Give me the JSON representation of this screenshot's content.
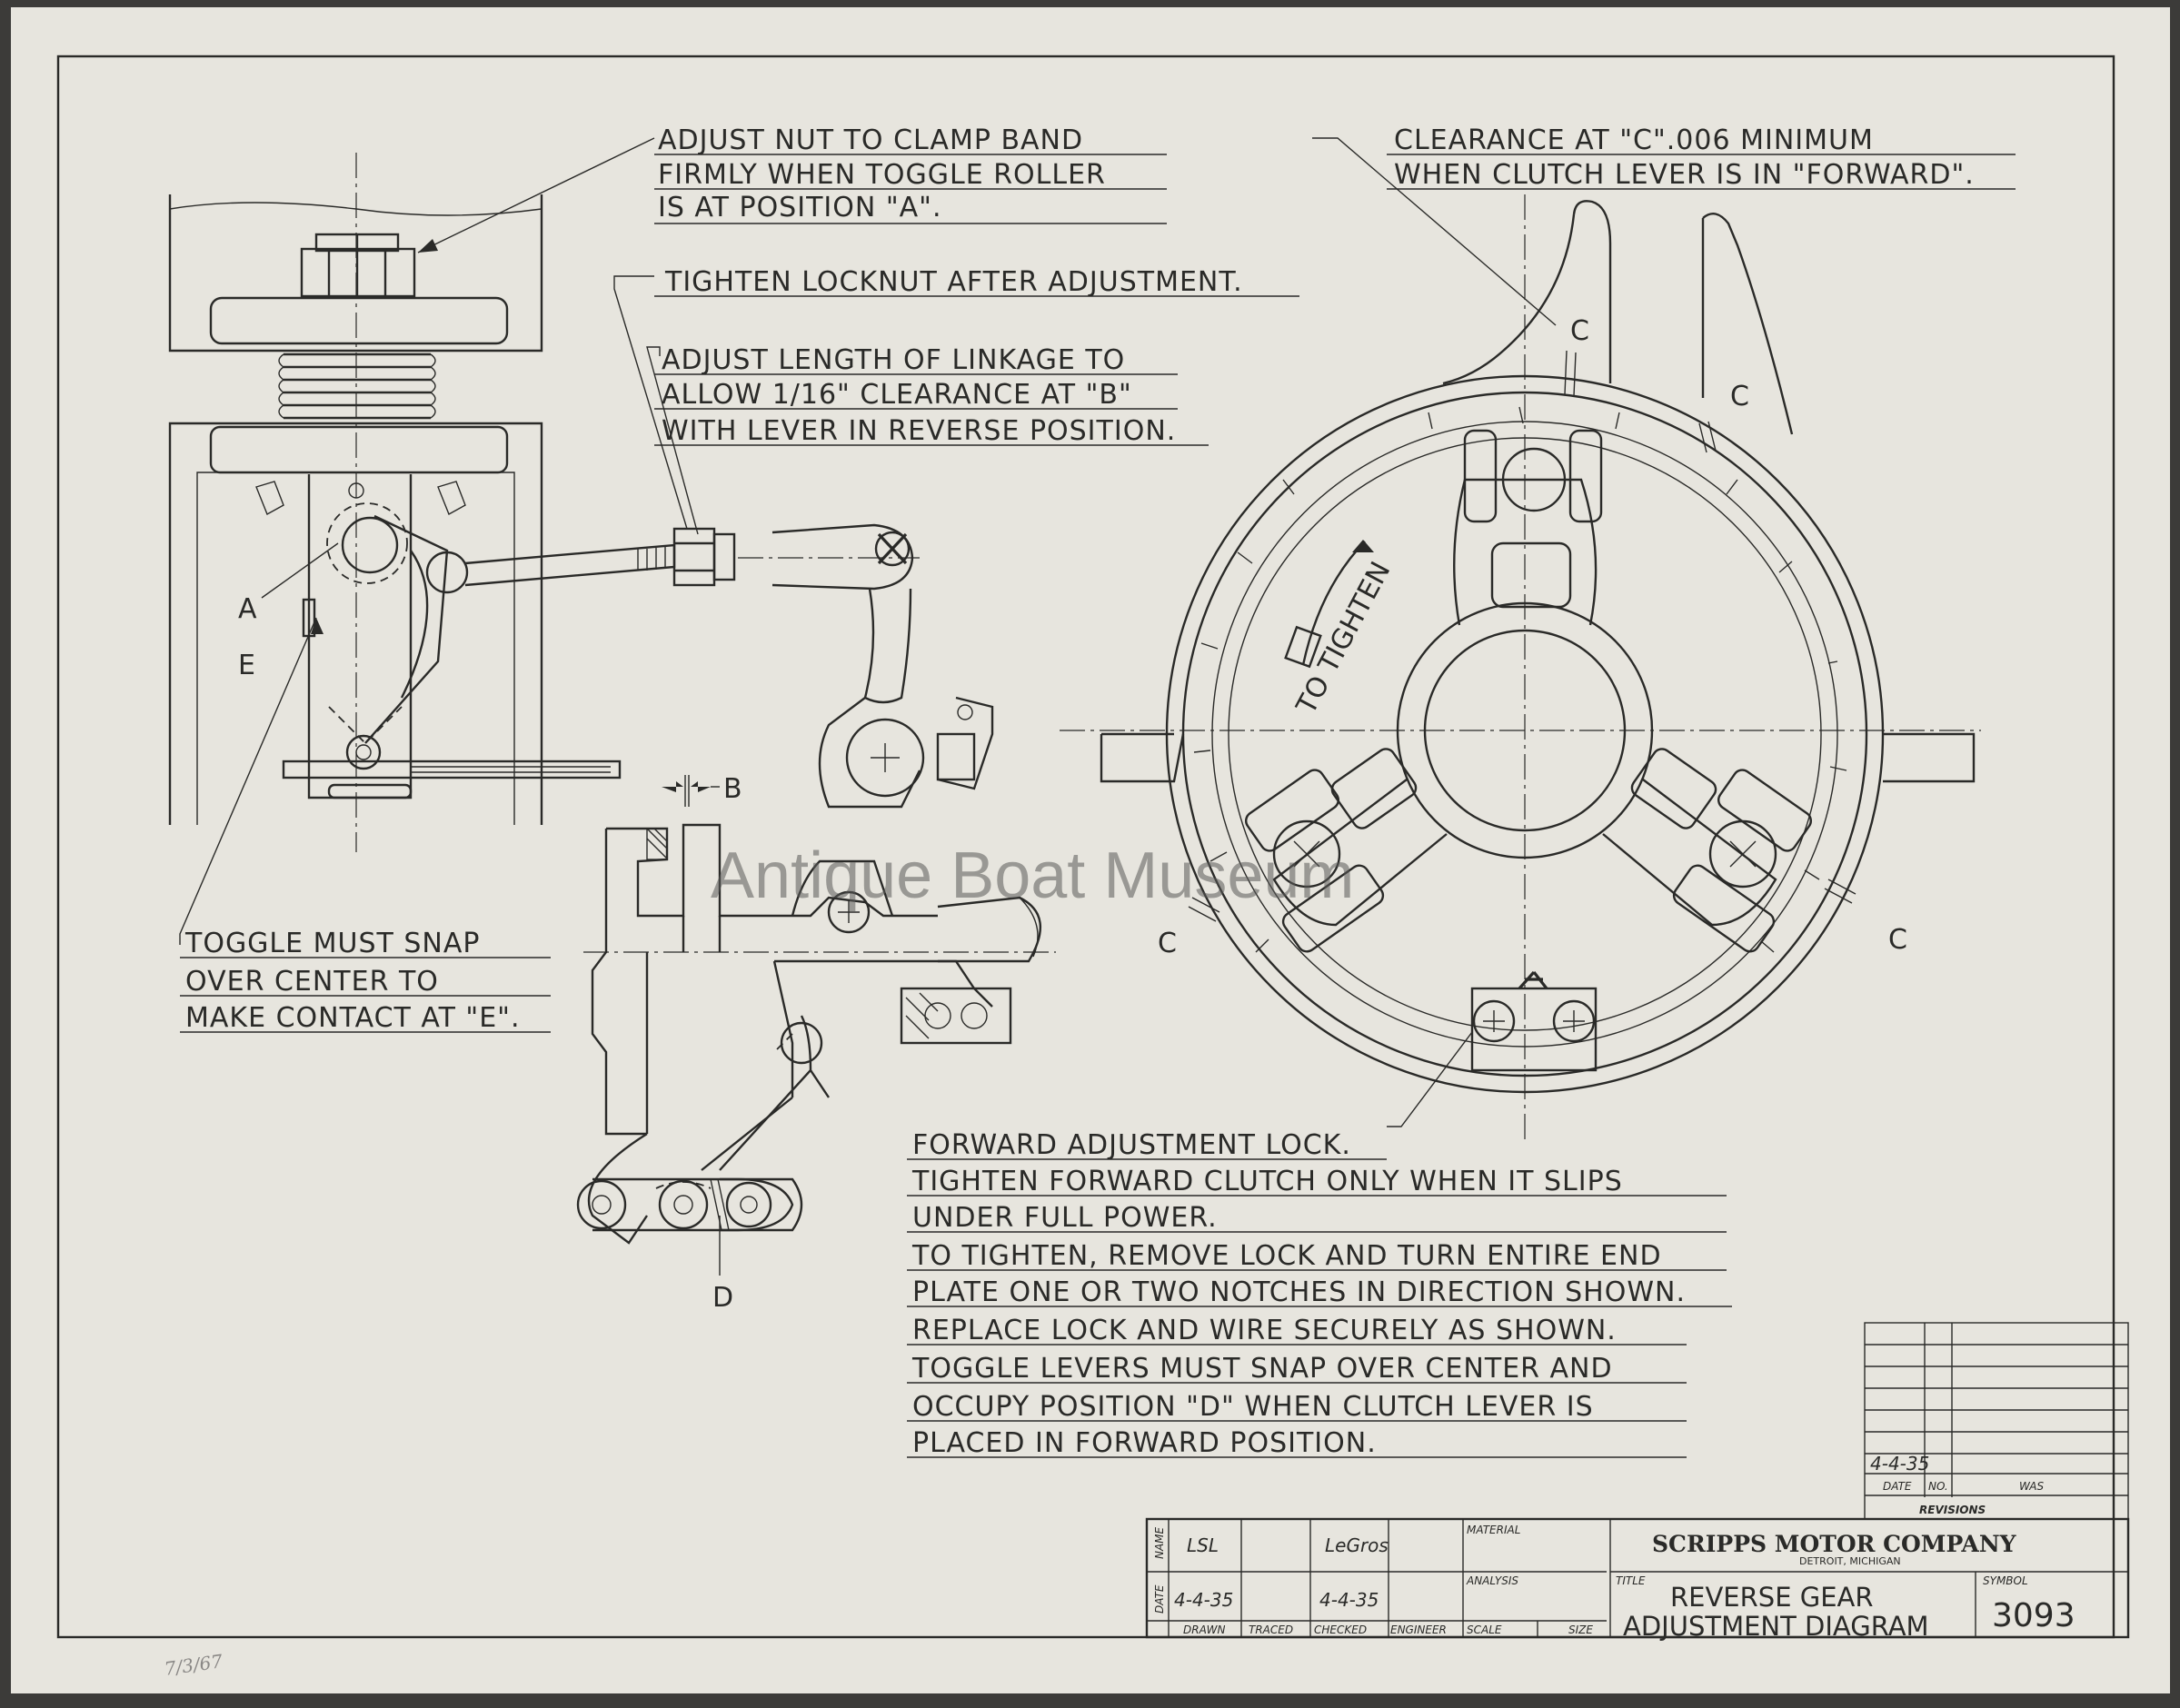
{
  "notes": {
    "clamp_band": [
      "ADJUST NUT TO CLAMP BAND",
      "FIRMLY WHEN TOGGLE ROLLER",
      "IS AT POSITION \"A\"."
    ],
    "locknut": "TIGHTEN LOCKNUT AFTER ADJUSTMENT.",
    "linkage": [
      "ADJUST LENGTH OF LINKAGE TO",
      "ALLOW 1/16\" CLEARANCE AT \"B\"",
      "WITH LEVER IN REVERSE POSITION."
    ],
    "clearance_c": [
      "CLEARANCE AT \"C\".006 MINIMUM",
      "WHEN CLUTCH LEVER IS IN \"FORWARD\"."
    ],
    "toggle": [
      "TOGGLE MUST SNAP",
      "OVER CENTER TO",
      "MAKE CONTACT AT \"E\"."
    ],
    "forward": [
      "FORWARD ADJUSTMENT LOCK.",
      "TIGHTEN FORWARD CLUTCH ONLY WHEN IT SLIPS",
      "UNDER FULL POWER.",
      "TO TIGHTEN, REMOVE LOCK AND TURN ENTIRE END",
      "PLATE ONE OR TWO NOTCHES IN DIRECTION SHOWN.",
      "REPLACE LOCK AND WIRE SECURELY AS SHOWN.",
      "TOGGLE LEVERS MUST SNAP OVER CENTER AND",
      "OCCUPY POSITION \"D\" WHEN CLUTCH LEVER IS",
      "PLACED IN FORWARD POSITION."
    ],
    "to_tighten": "TO TIGHTEN"
  },
  "labels": {
    "a": "A",
    "e": "E",
    "b": "B",
    "c": "C",
    "d": "D"
  },
  "revisions": {
    "date_entry": "4-4-35",
    "header_date": "DATE",
    "header_no": "NO.",
    "header_was": "WAS",
    "title": "REVISIONS"
  },
  "title_block": {
    "row_name": "NAME",
    "row_date": "DATE",
    "drawn_name": "LSL",
    "checked_name": "LeGros",
    "drawn_date": "4-4-35",
    "checked_date": "4-4-35",
    "col_drawn": "DRAWN",
    "col_traced": "TRACED",
    "col_checked": "CHECKED",
    "col_engineer": "ENGINEER",
    "col_scale": "SCALE",
    "col_size": "SIZE",
    "material": "MATERIAL",
    "analysis": "ANALYSIS",
    "company": "SCRIPPS MOTOR COMPANY",
    "city": "DETROIT, MICHIGAN",
    "title_caption": "TITLE",
    "title_lines": [
      "REVERSE GEAR",
      "ADJUSTMENT DIAGRAM"
    ],
    "symbol_caption": "SYMBOL",
    "symbol": "3093"
  },
  "watermark": "Antique Boat Museum",
  "pencil_mark": "7/3/67"
}
